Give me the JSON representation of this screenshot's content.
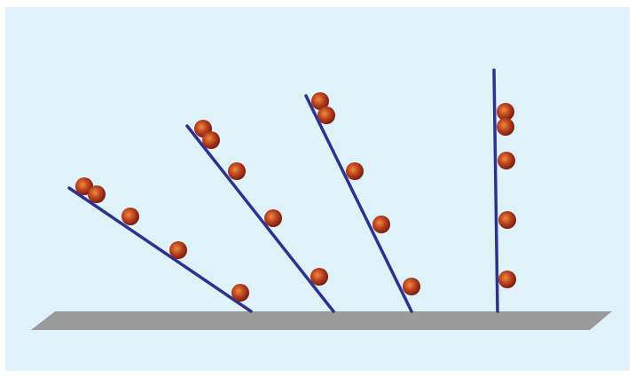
{
  "diagram": {
    "colors": {
      "background": "#e0f2f9",
      "ground": "#9a9a9a",
      "rod": "#2e3192",
      "ball_center": "#f08a3c",
      "ball_mid": "#b8401f",
      "ball_edge": "#7a1e10"
    },
    "rods": [
      {
        "id": "rod-1",
        "ball_count": 5
      },
      {
        "id": "rod-2",
        "ball_count": 5
      },
      {
        "id": "rod-3",
        "ball_count": 5
      },
      {
        "id": "rod-4",
        "ball_count": 5
      }
    ]
  }
}
